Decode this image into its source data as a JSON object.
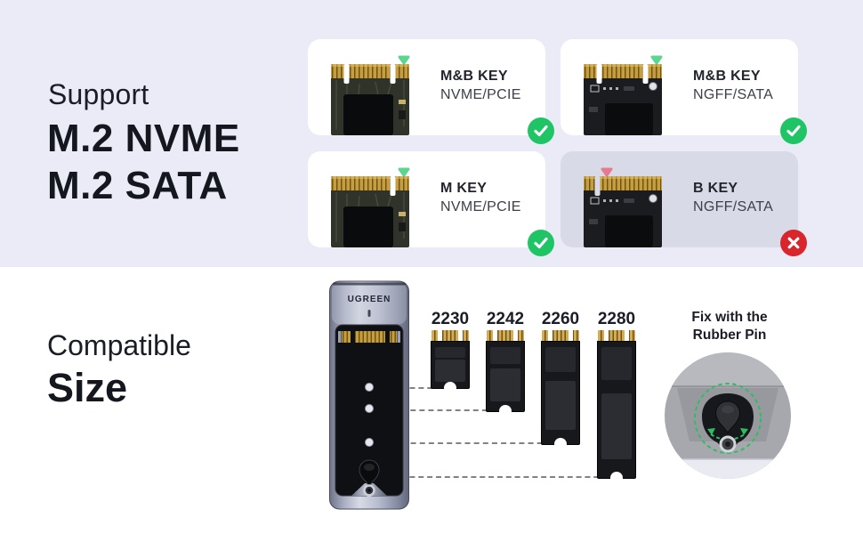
{
  "support_section": {
    "kicker": "Support",
    "line1": "M.2 NVME",
    "line2": "M.2 SATA",
    "cards": [
      {
        "title": "M&B KEY",
        "subtitle": "NVME/PCIE",
        "key_type": "M&B",
        "status": "supported"
      },
      {
        "title": "M&B KEY",
        "subtitle": "NGFF/SATA",
        "key_type": "M&B",
        "status": "supported"
      },
      {
        "title": "M KEY",
        "subtitle": "NVME/PCIE",
        "key_type": "M",
        "status": "supported"
      },
      {
        "title": "B KEY",
        "subtitle": "NGFF/SATA",
        "key_type": "B",
        "status": "not supported"
      }
    ]
  },
  "size_section": {
    "kicker": "Compatible",
    "title": "Size",
    "device_brand": "UGREEN",
    "sizes": [
      "2230",
      "2242",
      "2260",
      "2280"
    ],
    "note_line1": "Fix with the",
    "note_line2": "Rubber Pin"
  },
  "colors": {
    "top_background": "#EAEBF7",
    "card_background": "#FFFFFF",
    "disabled_card_background": "#D8DAE7",
    "check_green": "#1FC565",
    "cross_red": "#D9262C",
    "slot_indicator_green": "#5BD68F",
    "slot_indicator_pink": "#E8798F",
    "headline_dark": "#15171F"
  }
}
